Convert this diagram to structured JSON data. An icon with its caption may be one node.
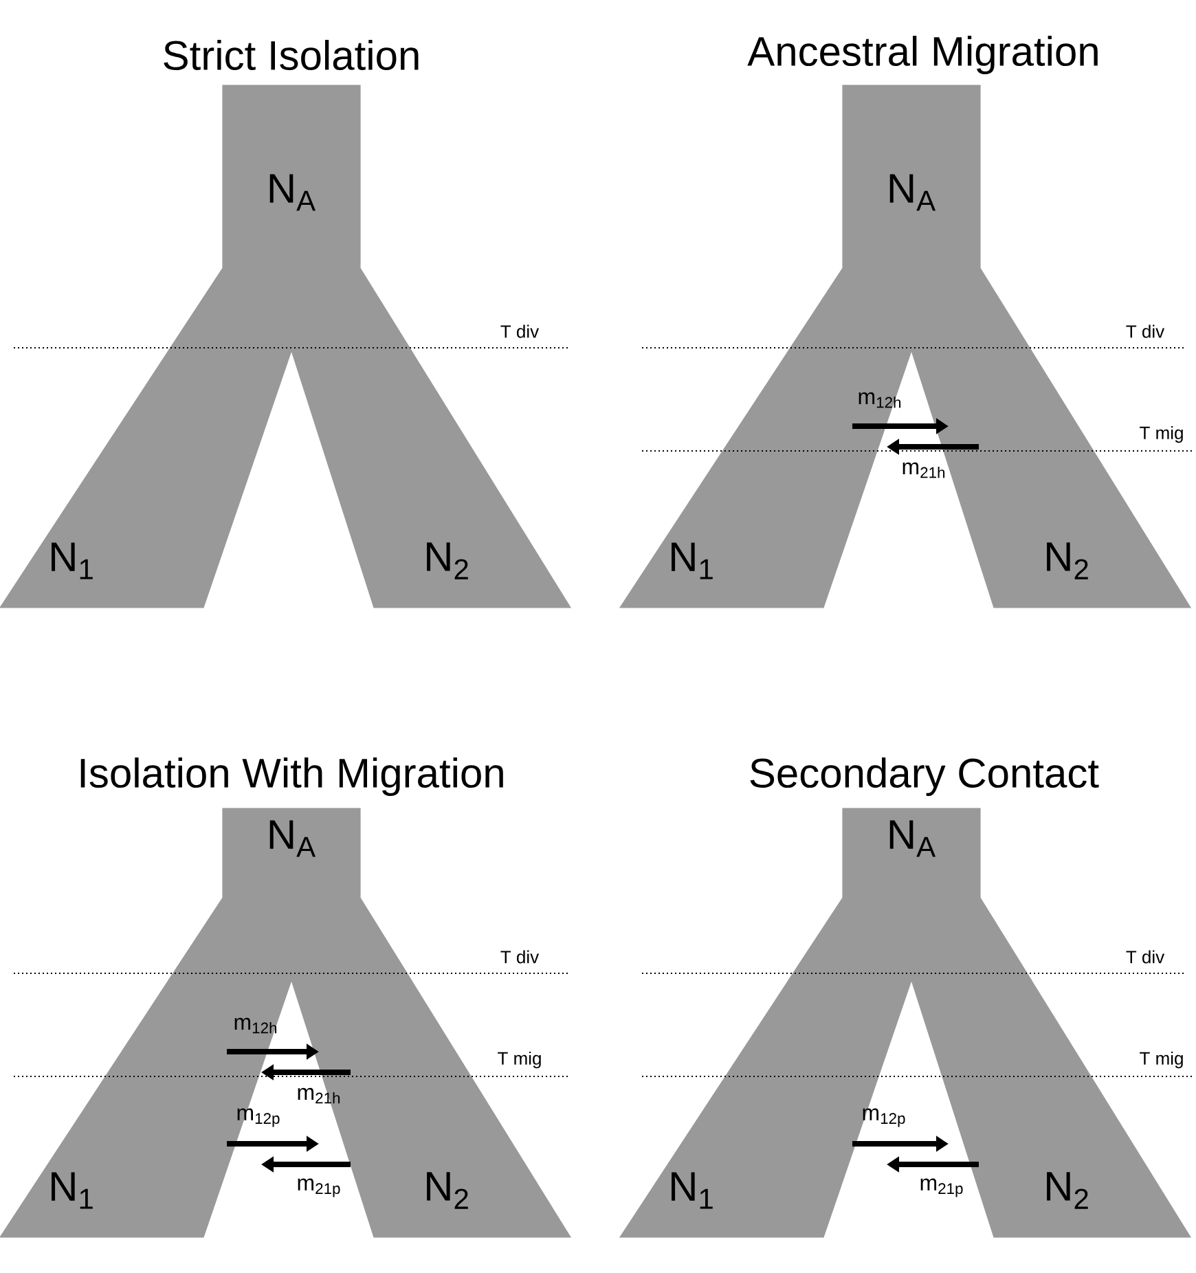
{
  "diagram": {
    "nodes": [
      {
        "text": [
          "N$_{A}$"
        ]
      },
      {
        "text": [
          "N$_{1}$"
        ]
      },
      {
        "text": [
          "N$_{2}$"
        ]
      },
      {
        "text": [
          "N$_{A}$"
        ]
      },
      {
        "text": [
          "N$_{1}$"
        ]
      },
      {
        "text": [
          "N$_{2}$"
        ]
      },
      {
        "text": [
          "N$_{A}$"
        ]
      },
      {
        "text": [
          "N$_{1}$"
        ]
      },
      {
        "text": [
          "N$_{2}$"
        ]
      },
      {
        "text": [
          "N$_{A}$"
        ]
      },
      {
        "text": [
          "N$_{1}$"
        ]
      },
      {
        "text": [
          "N$_{2}$"
        ]
      }
    ],
    "edges": [
      {
        "from": 4,
        "to": 5,
        "arrow": "to",
        "label": "m$_{12h}$"
      },
      {
        "from": 5,
        "to": 4,
        "arrow": "to",
        "label": "m$_{21h}$"
      },
      {
        "from": 7,
        "to": 8,
        "arrow": "to",
        "label": "m$_{12h}$"
      },
      {
        "from": 8,
        "to": 7,
        "arrow": "to",
        "label": "m$_{21h}$"
      },
      {
        "from": 7,
        "to": 8,
        "arrow": "to",
        "label": "m$_{12p}$"
      },
      {
        "from": 8,
        "to": 7,
        "arrow": "to",
        "label": "m$_{21p}$"
      },
      {
        "from": 10,
        "to": 11,
        "arrow": "to",
        "label": "m$_{12p}$"
      },
      {
        "from": 11,
        "to": 10,
        "arrow": "to",
        "label": "m$_{21p}$"
      }
    ],
    "labels": [
      "Strict Isolation",
      "Ancestral Migration",
      "T div",
      "T div",
      "T mig",
      "Isolation With Migration",
      "Secondary Contact",
      "T div",
      "T div",
      "T mig",
      "T mig"
    ]
  }
}
